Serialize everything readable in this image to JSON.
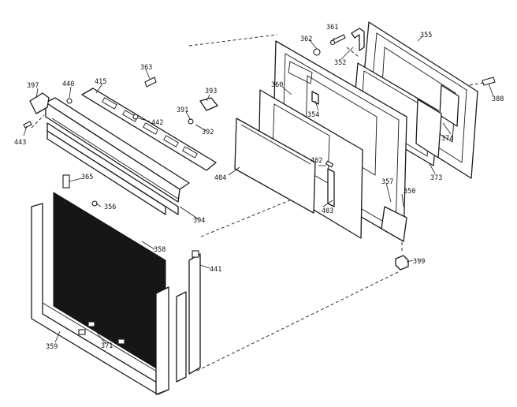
{
  "callouts": {
    "c362": "362",
    "c361": "361",
    "c352": "352",
    "c355": "355",
    "c363": "363",
    "c393": "393",
    "c397": "397",
    "c440": "440",
    "c415": "415",
    "c391": "391",
    "c442": "442",
    "c392": "392",
    "c360": "360",
    "c354": "354",
    "c388": "388",
    "c374": "374",
    "c373": "373",
    "c443": "443",
    "c404": "404",
    "c402": "402",
    "c357": "357",
    "c350": "350",
    "c365": "365",
    "c356": "356",
    "c403": "403",
    "c394": "394",
    "c358": "358",
    "c399": "399",
    "c441": "441",
    "c359": "359",
    "c371": "371"
  }
}
